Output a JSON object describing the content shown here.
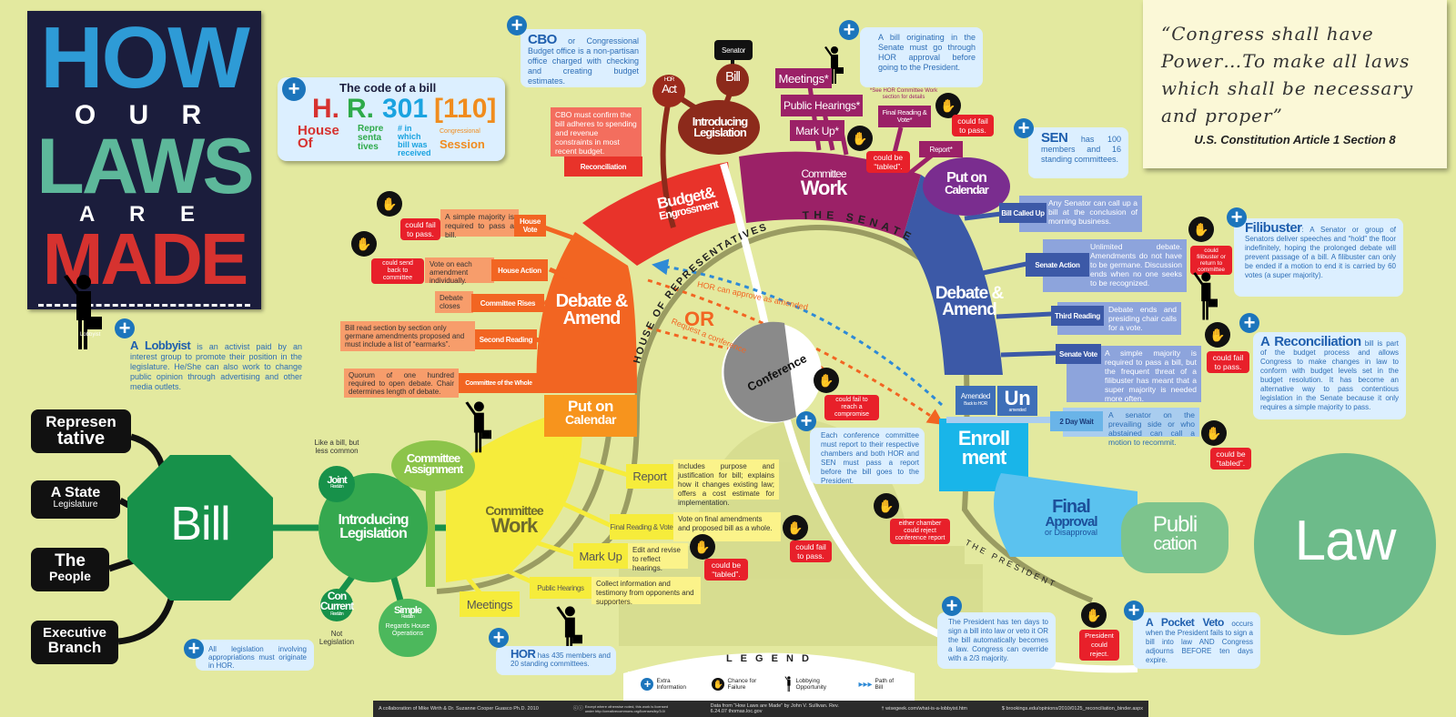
{
  "colors": {
    "background": "#e3e99f",
    "house_orange": "#f26522",
    "house_yellow": "#f6ec3b",
    "budget_red": "#e8332a",
    "senate_purple": "#9b2167",
    "senate_blue": "#3c59a7",
    "enrollment_cyan": "#19b5e9",
    "law_green": "#6dbb8a",
    "bill_green": "#17914a",
    "title_bg": "#1b1d3c"
  },
  "title": {
    "how": "HOW",
    "our": "O U R",
    "laws": "LAWS",
    "are": "A R E",
    "made": "MADE"
  },
  "bill_code": {
    "title": "The code of a bill",
    "h": "H.",
    "r": "R.",
    "num": "301",
    "session": "[110]",
    "h_label": "House Of",
    "r_label": "Repre senta tives",
    "num_label": "# in which bill was received",
    "session_small": "Congressional",
    "session_label": "Session"
  },
  "cbo_note": {
    "bold": "CBO",
    "text": " or Congressional Budget office is a non-partisan office charged with checking and creating budget estimates."
  },
  "senate_origin_note": "A bill originating in the Senate must go through HOR approval before going to the President.",
  "quote": {
    "text": "“Congress shall have Power…To make all laws which shall be necessary and proper”",
    "source": "U.S. Constitution Article 1 Section 8"
  },
  "sen_note": {
    "bold": "SEN",
    "text": " has 100 members and 16 standing committees."
  },
  "filibuster": {
    "bold": "Filibuster",
    "text": ": A Senator or group of Senators deliver speeches and “hold” the floor indefinitely, hoping the prolonged debate will prevent passage of a bill. A filibuster can only be ended if a motion to end it is carried by 60 votes (a super majority)."
  },
  "reconciliation_note": {
    "bold": "A Reconciliation",
    "text": " bill is part of the budget process and allows Congress to make changes in law to conform with budget levels set in the budget resolution. It has become an alternative way to pass contentious legislation in the Senate because it only requires a simple majority to pass."
  },
  "lobbyist": {
    "label": "Lobbyist",
    "bold": "A Lobbyist",
    "text": " is an activist paid by an interest group to promote their position in the legislature. He/She can also work to change public opinion through advertising and other media outlets."
  },
  "sources": [
    {
      "big": "Represen",
      "small": "tative"
    },
    {
      "big": "A State",
      "small": "Legislature"
    },
    {
      "big": "The",
      "small": "People"
    },
    {
      "big": "Executive",
      "small": "Branch"
    }
  ],
  "bill": "Bill",
  "intro": {
    "line1": "Introducing",
    "line2": "Legislation"
  },
  "joint": {
    "desc": "Like a bill, but less common",
    "title": "Joint",
    "sub": "Resolution"
  },
  "concurrent": {
    "title": "Con Current",
    "sub": "Resolution",
    "desc": "Not Legislation"
  },
  "simple": {
    "title": "Simple",
    "sub": "Resolution",
    "desc": "Regards House Operations"
  },
  "committee_assignment": {
    "line1": "Committee",
    "line2": "Assignment"
  },
  "appropriations_note": "All legislation involving appropriations must originate in HOR.",
  "house": {
    "committee_work": {
      "line1": "Committee",
      "line2": "Work"
    },
    "report": {
      "label": "Report",
      "desc": "Includes purpose and justification for bill; explains how it changes existing law; offers a cost estimate for implementation."
    },
    "final_reading": {
      "label": "Final Reading & Vote",
      "desc": "Vote on final amendments and proposed bill as a whole."
    },
    "mark_up": {
      "label": "Mark Up",
      "desc": "Edit and revise to reflect hearings."
    },
    "public_hearings": {
      "label": "Public Hearings",
      "desc": "Collect information and testimony from opponents and supporters."
    },
    "meetings": "Meetings",
    "calendar": {
      "line1": "Put on",
      "line2": "Calendar"
    },
    "debate": {
      "line1": "Debate &",
      "line2": "Amend"
    },
    "committee_whole": {
      "label": "Committee of the Whole",
      "desc": "Quorum of one hundred required to open debate. Chair determines length of debate."
    },
    "second_reading": {
      "label": "Second Reading",
      "desc": "Bill read section by section only germane amendments proposed and must include a list of “earmarks”."
    },
    "committee_rises": {
      "label": "Committee Rises",
      "desc": "Debate closes"
    },
    "house_action": {
      "label": "House Action",
      "desc": "Vote on each amendment individually."
    },
    "house_vote": {
      "label": "House Vote",
      "desc": "A simple majority is required to pass a bill."
    },
    "budget": {
      "line1": "Budget&",
      "line2": "Engrossment"
    },
    "reconciliation": {
      "label": "Reconciliation",
      "desc": "CBO must confirm the bill adheres to spending and revenue constraints in most recent budget."
    },
    "hor_note": {
      "bold": "HOR",
      "text": " has 435 members and 20 standing committees."
    }
  },
  "fails": {
    "pass": "could fail to pass.",
    "send_back": "could send back to committee",
    "tabled": "could be “tabled”.",
    "filibuster": "could filibuster or return to committee",
    "compromise": "could fail to reach a compromise",
    "reject_report": "either chamber could reject conference report",
    "president": "President could reject."
  },
  "senate": {
    "senator": "Senator",
    "bill": "Bill",
    "hor_small": "HOR",
    "act": "Act",
    "intro": {
      "line1": "Introducing",
      "line2": "Legislation"
    },
    "meetings": "Meetings*",
    "public_hearings": "Public Hearings*",
    "mark_up": "Mark Up*",
    "final_reading": "Final Reading & Vote*",
    "report": "Report*",
    "see_note": "*See HOR Committee Work section for details",
    "committee_work": {
      "line1": "Committee",
      "line2": "Work"
    },
    "calendar": {
      "line1": "Put on",
      "line2": "Calendar"
    },
    "debate": {
      "line1": "Debate &",
      "line2": "Amend"
    },
    "bill_called_up": {
      "label": "Bill Called Up",
      "desc": "Any Senator can call up a bill at the conclusion of morning business."
    },
    "senate_action": {
      "label": "Senate Action",
      "desc": "Unlimited debate. Amendments do not have to be germane. Discussion ends when no one seeks to be recognized."
    },
    "third_reading": {
      "label": "Third Reading",
      "desc": "Debate ends and presiding chair calls for a vote."
    },
    "senate_vote": {
      "label": "Senate Vote",
      "desc": "A simple majority is required to pass a bill, but the frequent threat of a filibuster has meant that a super majority is needed more often."
    },
    "two_day_wait": {
      "label": "2 Day Wait",
      "desc": "A senator on the prevailing side or who abstained can call a motion to recommit."
    },
    "amended": {
      "big": "Amended",
      "small": "Back to HOR"
    },
    "unamended": {
      "big": "Un",
      "small": "amended"
    }
  },
  "rings": {
    "house": "HOUSE OF REPRESENTATIVES",
    "senate": "THE SENATE",
    "president": "THE PRESIDENT"
  },
  "paths": {
    "approve": "HOR can approve as amended",
    "or": "OR",
    "request": "Request a conference"
  },
  "conference": {
    "label": "Conference",
    "note": "Each conference committee must report to their respective chambers and both HOR and SEN must pass a report before the bill goes to the President."
  },
  "enrollment": {
    "line1": "Enroll",
    "line2": "ment"
  },
  "final": {
    "line1": "Final",
    "line2": "Approval",
    "line3": "or Disapproval"
  },
  "publication": {
    "line1": "Publi",
    "line2": "cation"
  },
  "law": "Law",
  "president_note": "The President has ten days to sign a bill into law or veto it OR the bill automatically becomes a law. Congress can override with a 2/3 majority.",
  "pocket_veto": {
    "bold": "A Pocket Veto",
    "text": " occurs when the President fails to sign a bill into law AND Congress adjourns BEFORE ten days expire."
  },
  "legend": {
    "title": "L E G E N D",
    "items": [
      {
        "icon": "plus-icon",
        "label": "Extra Information"
      },
      {
        "icon": "stop-hand-icon",
        "label": "Chance for Failure"
      },
      {
        "icon": "lobbyist-icon",
        "label": "Lobbying Opportunity"
      },
      {
        "icon": "path-arrow-icon",
        "label": "Path of Bill"
      }
    ]
  },
  "footer": {
    "credit": "A collaboration of Mike Wirth & Dr. Suzanne Cooper Guasco Ph.D. 2010",
    "license": "Except where otherwise noted, this work is licensed under http://creativecommons.org/licenses/by/3.0/",
    "data": "Data from “How Laws are Made” by John V. Sullivan. Rev. 6.24.07 thomas.loc.gov",
    "wisegeek": "wisegeek.com/what-is-a-lobbyist.htm",
    "brookings": "brookings.edu/opinions/2010/0125_reconciliation_binder.aspx"
  }
}
